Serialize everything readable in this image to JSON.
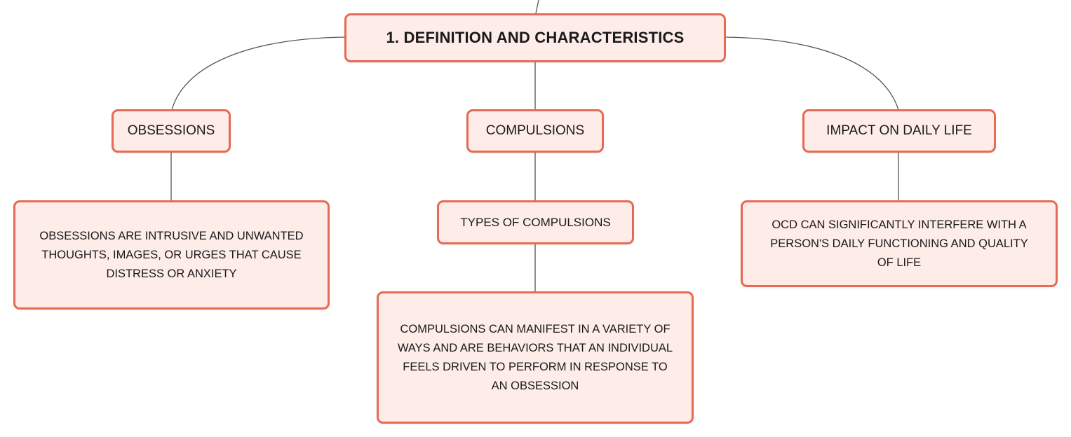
{
  "diagram": {
    "root": {
      "label": "1. DEFINITION AND CHARACTERISTICS"
    },
    "branches": [
      {
        "label": "OBSESSIONS",
        "description": "OBSESSIONS ARE INTRUSIVE AND UNWANTED THOUGHTS, IMAGES, OR URGES THAT CAUSE DISTRESS OR ANXIETY"
      },
      {
        "label": "COMPULSIONS",
        "sub_label": "TYPES OF COMPULSIONS",
        "description": "COMPULSIONS CAN MANIFEST IN A VARIETY OF WAYS AND ARE BEHAVIORS THAT AN INDIVIDUAL FEELS DRIVEN TO PERFORM IN RESPONSE TO AN OBSESSION"
      },
      {
        "label": "IMPACT ON DAILY LIFE",
        "description": "OCD CAN SIGNIFICANTLY INTERFERE WITH A PERSON'S DAILY FUNCTIONING AND QUALITY OF LIFE"
      }
    ]
  },
  "colors": {
    "node_fill": "#fdece8",
    "node_border": "#e66a54",
    "connector": "#555555"
  }
}
